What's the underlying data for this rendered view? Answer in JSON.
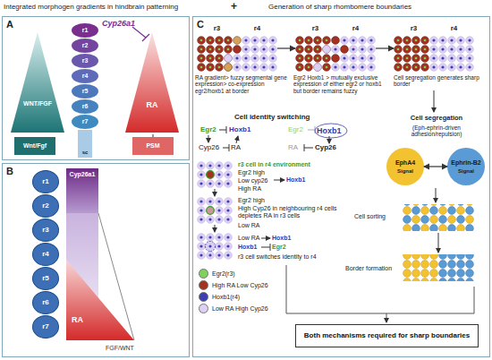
{
  "diagram": {
    "nodes": [
      {
        "text": [
          "A"
        ]
      },
      {
        "text": [
          "r1"
        ],
        "in": 0
      },
      {
        "text": [
          "r2"
        ],
        "in": 0
      },
      {
        "text": [
          "r3"
        ],
        "in": 0
      },
      {
        "text": [
          "r4"
        ],
        "in": 0
      },
      {
        "text": [
          "r5"
        ],
        "in": 0
      },
      {
        "text": [
          "r6"
        ],
        "in": 0
      },
      {
        "text": [
          "r7"
        ],
        "in": 0
      },
      {
        "text": [
          "sc"
        ],
        "in": 0
      },
      {
        "text": [
          "Wnt/Fgf"
        ],
        "in": 0
      },
      {
        "text": [
          "PSM"
        ],
        "in": 0
      },
      {
        "text": [
          "B"
        ]
      },
      {
        "text": [
          "r1"
        ],
        "in": 11
      },
      {
        "text": [
          "r2"
        ],
        "in": 11
      },
      {
        "text": [
          "r3"
        ],
        "in": 11
      },
      {
        "text": [
          "r4"
        ],
        "in": 11
      },
      {
        "text": [
          "r5"
        ],
        "in": 11
      },
      {
        "text": [
          "r6"
        ],
        "in": 11
      },
      {
        "text": [
          "r7"
        ],
        "in": 11
      },
      {
        "text": [
          "Cyp26a1"
        ],
        "in": 11
      },
      {
        "text": [
          "C"
        ]
      },
      {
        "text": [
          "r3",
          "r4"
        ],
        "in": 20
      },
      {
        "text": [
          "r3",
          "r4"
        ],
        "in": 20
      },
      {
        "text": [
          "r3",
          "r4"
        ],
        "in": 20
      },
      {
        "text": [
          "EphA4",
          "Signal"
        ],
        "in": 20
      },
      {
        "text": [
          "Ephrin-B2",
          "Signal"
        ],
        "in": 20
      },
      {
        "text": [
          "Both mechanisms required for sharp boundaries"
        ],
        "in": 20
      }
    ],
    "edges": [
      {
        "from": 21,
        "to": 22,
        "arrow": "to"
      },
      {
        "from": 22,
        "to": 23,
        "arrow": "to"
      },
      {
        "from": 24,
        "to": 25,
        "arrow": "both"
      }
    ],
    "labels": [
      "Integrated morphogen gradients in hindbrain patterning",
      "+",
      "Generation of sharp rhombomere boundaries",
      "Cyp26a1",
      "WNT/FGF",
      "RA",
      "RA",
      "FGF/WNT",
      "RA gradient> fuzzy segmental gene expression> co-expression egr2/hoxb1 at border",
      "Egr2 Hoxb1 > mutually exclusive expression of either egr2 or hoxb1 but border remains fuzzy",
      "Cell segregation generates sharp border",
      "Cell segregation",
      "(Eph-ephrin-driven adhesion/repulsion)",
      "Cell identity switching",
      "Egr2",
      "Hoxb1",
      "Cyp26",
      "RA",
      "Egr2",
      "Hoxb1",
      "Cyp26",
      "RA",
      "r3 cell in r4 environment",
      "Egr2 high",
      "Low cyp26",
      "High RA",
      "Hoxb1",
      "Egr2 high",
      "High Cyp26 in neighbouring r4 cells depletes RA in r3 cells",
      "Low RA",
      "Low RA",
      "Hoxb1",
      "Hoxb1",
      "Egr2",
      "r3 cell switches identity to r4",
      "Cell sorting",
      "Border formation"
    ],
    "legend": [
      {
        "text": "Egr2(r3)",
        "color": "#7fd35a"
      },
      {
        "text": "High RA Low Cyp26",
        "color": "#a33220"
      },
      {
        "text": "Hoxb1(r4)",
        "color": "#3b3fb0"
      },
      {
        "text": "Low RA High Cyp26",
        "color": "#ddd0f2"
      }
    ]
  }
}
